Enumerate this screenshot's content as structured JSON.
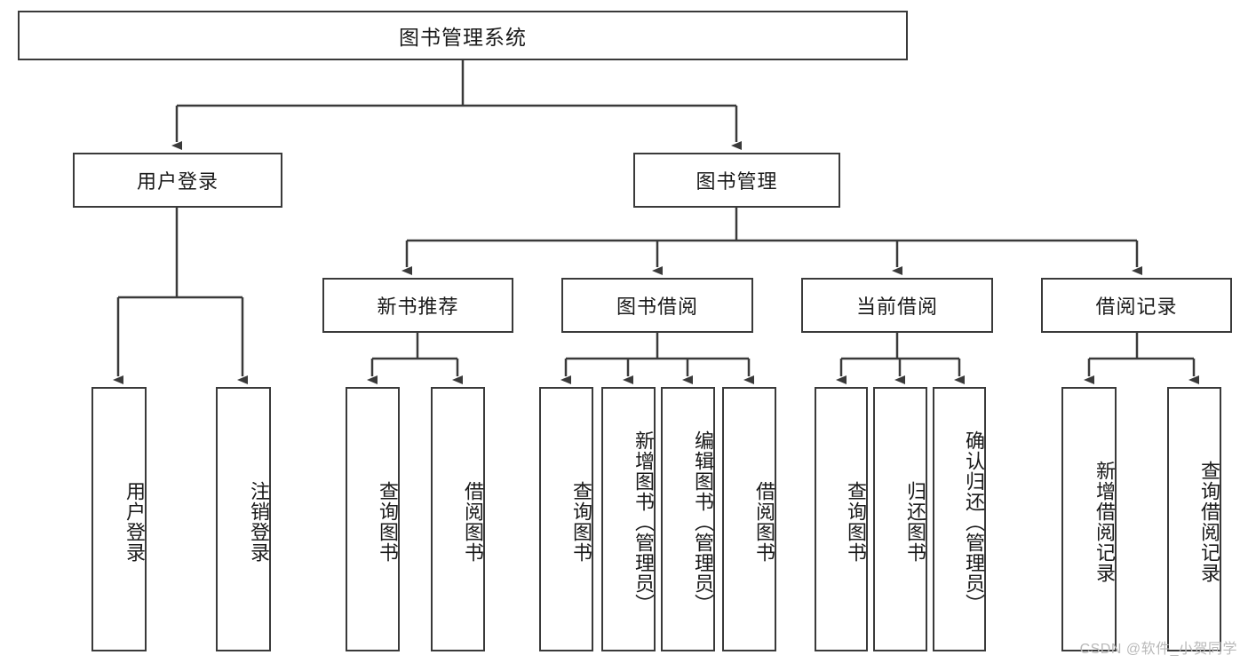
{
  "diagram": {
    "type": "tree-hierarchy",
    "title_node": {
      "label": "图书管理系统"
    },
    "level2": [
      {
        "id": "user-login",
        "label": "用户登录"
      },
      {
        "id": "book-management",
        "label": "图书管理"
      }
    ],
    "level3": [
      {
        "id": "new-book-recommend",
        "label": "新书推荐",
        "parent": "book-management"
      },
      {
        "id": "book-borrow",
        "label": "图书借阅",
        "parent": "book-management"
      },
      {
        "id": "current-borrow",
        "label": "当前借阅",
        "parent": "book-management"
      },
      {
        "id": "borrow-record",
        "label": "借阅记录",
        "parent": "book-management"
      }
    ],
    "leaves": [
      {
        "id": "leaf-user-login",
        "label": "用户登录",
        "parent": "user-login"
      },
      {
        "id": "leaf-logout-login",
        "label": "注销登录",
        "parent": "user-login"
      },
      {
        "id": "leaf-query-book-1",
        "label": "查询图书",
        "parent": "new-book-recommend"
      },
      {
        "id": "leaf-borrow-book-1",
        "label": "借阅图书",
        "parent": "new-book-recommend"
      },
      {
        "id": "leaf-query-book-2",
        "label": "查询图书",
        "parent": "book-borrow"
      },
      {
        "id": "leaf-add-book",
        "label": "新增图书（管理员）",
        "parent": "book-borrow"
      },
      {
        "id": "leaf-edit-book",
        "label": "编辑图书（管理员）",
        "parent": "book-borrow"
      },
      {
        "id": "leaf-borrow-book-2",
        "label": "借阅图书",
        "parent": "book-borrow"
      },
      {
        "id": "leaf-query-book-3",
        "label": "查询图书",
        "parent": "current-borrow"
      },
      {
        "id": "leaf-return-book",
        "label": "归还图书",
        "parent": "current-borrow"
      },
      {
        "id": "leaf-confirm-return",
        "label": "确认归还（管理员）",
        "parent": "current-borrow"
      },
      {
        "id": "leaf-add-record",
        "label": "新增借阅记录",
        "parent": "borrow-record"
      },
      {
        "id": "leaf-query-record",
        "label": "查询借阅记录",
        "parent": "borrow-record"
      }
    ],
    "colors": {
      "stroke": "#3a3a3a",
      "box_fill": "#ffffff",
      "text": "#1a1a1a",
      "watermark": "#b9b9b9"
    }
  },
  "watermark": {
    "text": "CSDN @软件_小贺同学"
  }
}
